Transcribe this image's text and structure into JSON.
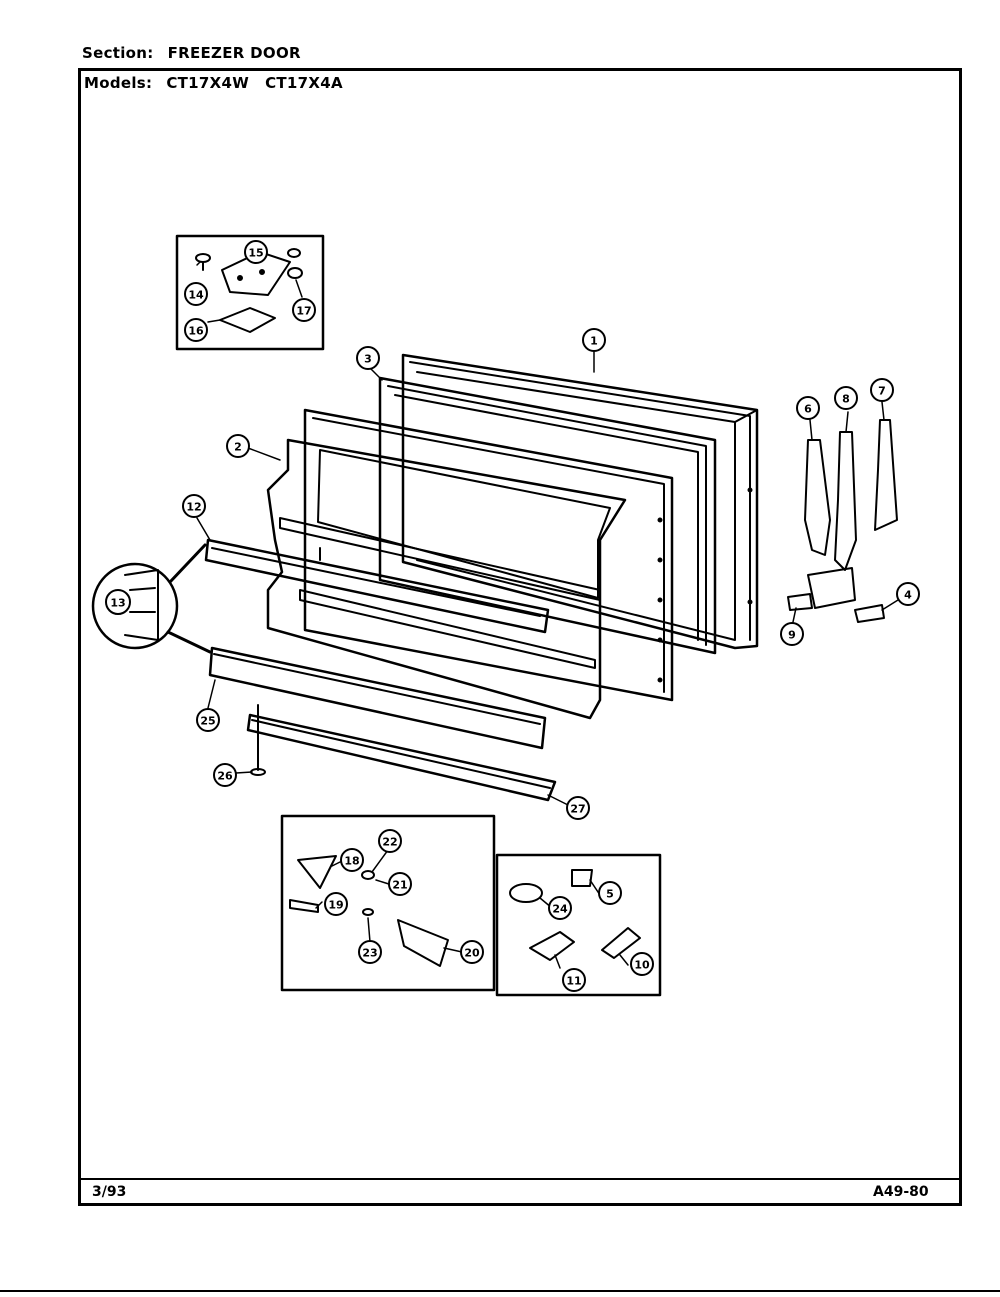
{
  "header": {
    "section_label": "Section:",
    "section_value": "FREEZER DOOR",
    "models_label": "Models:",
    "model_1": "CT17X4W",
    "model_2": "CT17X4A"
  },
  "footer": {
    "date": "3/93",
    "code": "A49-80"
  },
  "callouts": [
    "1",
    "2",
    "3",
    "4",
    "5",
    "6",
    "7",
    "8",
    "9",
    "10",
    "11",
    "12",
    "13",
    "14",
    "15",
    "16",
    "17",
    "18",
    "19",
    "20",
    "21",
    "22",
    "23",
    "24",
    "25",
    "26",
    "27"
  ]
}
